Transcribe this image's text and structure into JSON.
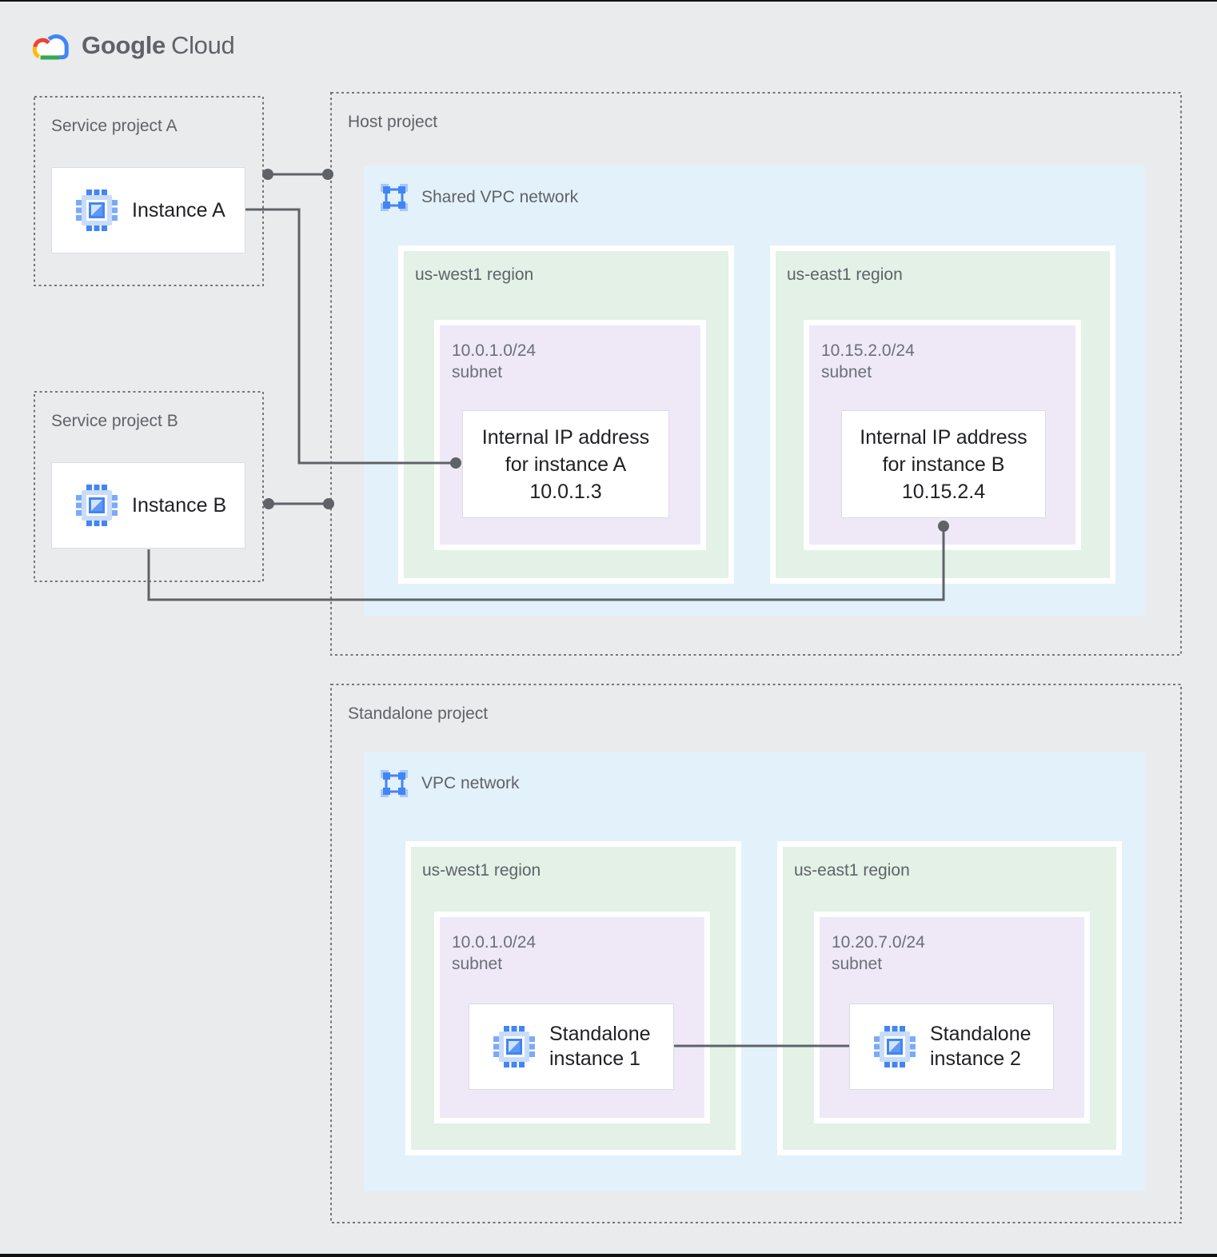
{
  "logo": {
    "brand": "Google",
    "product": "Cloud"
  },
  "icons": {
    "google_cloud_logo": "multicolor-cloud",
    "compute_instance": "blue-processor-chip",
    "vpc_network": "blue-square-with-corner-nodes"
  },
  "colors": {
    "page_background": "#E9EBED",
    "network_box": "#E3F1FA",
    "region_box": "#E3F1E7",
    "subnet_box": "#EFE8F7",
    "card_border": "#DADCE0",
    "dashed_border": "#757575",
    "connector": "#5F6368",
    "label_gray": "#5F6368",
    "text_dark": "#202124",
    "icon_blue": "#4285F4"
  },
  "service_project_a": {
    "label": "Service project A",
    "instance_label": "Instance A"
  },
  "service_project_b": {
    "label": "Service project B",
    "instance_label": "Instance B"
  },
  "host_project": {
    "label": "Host project",
    "network_label": "Shared VPC network",
    "regions": [
      {
        "label": "us-west1 region",
        "subnet_cidr": "10.0.1.0/24",
        "subnet_word": "subnet",
        "ip_line1": "Internal IP address",
        "ip_line2": "for instance A",
        "ip_line3": "10.0.1.3"
      },
      {
        "label": "us-east1 region",
        "subnet_cidr": "10.15.2.0/24",
        "subnet_word": "subnet",
        "ip_line1": "Internal IP address",
        "ip_line2": "for instance B",
        "ip_line3": "10.15.2.4"
      }
    ]
  },
  "standalone_project": {
    "label": "Standalone project",
    "network_label": "VPC network",
    "regions": [
      {
        "label": "us-west1 region",
        "subnet_cidr": "10.0.1.0/24",
        "subnet_word": "subnet",
        "instance_line1": "Standalone",
        "instance_line2": "instance 1"
      },
      {
        "label": "us-east1 region",
        "subnet_cidr": "10.20.7.0/24",
        "subnet_word": "subnet",
        "instance_line1": "Standalone",
        "instance_line2": "instance 2"
      }
    ]
  }
}
